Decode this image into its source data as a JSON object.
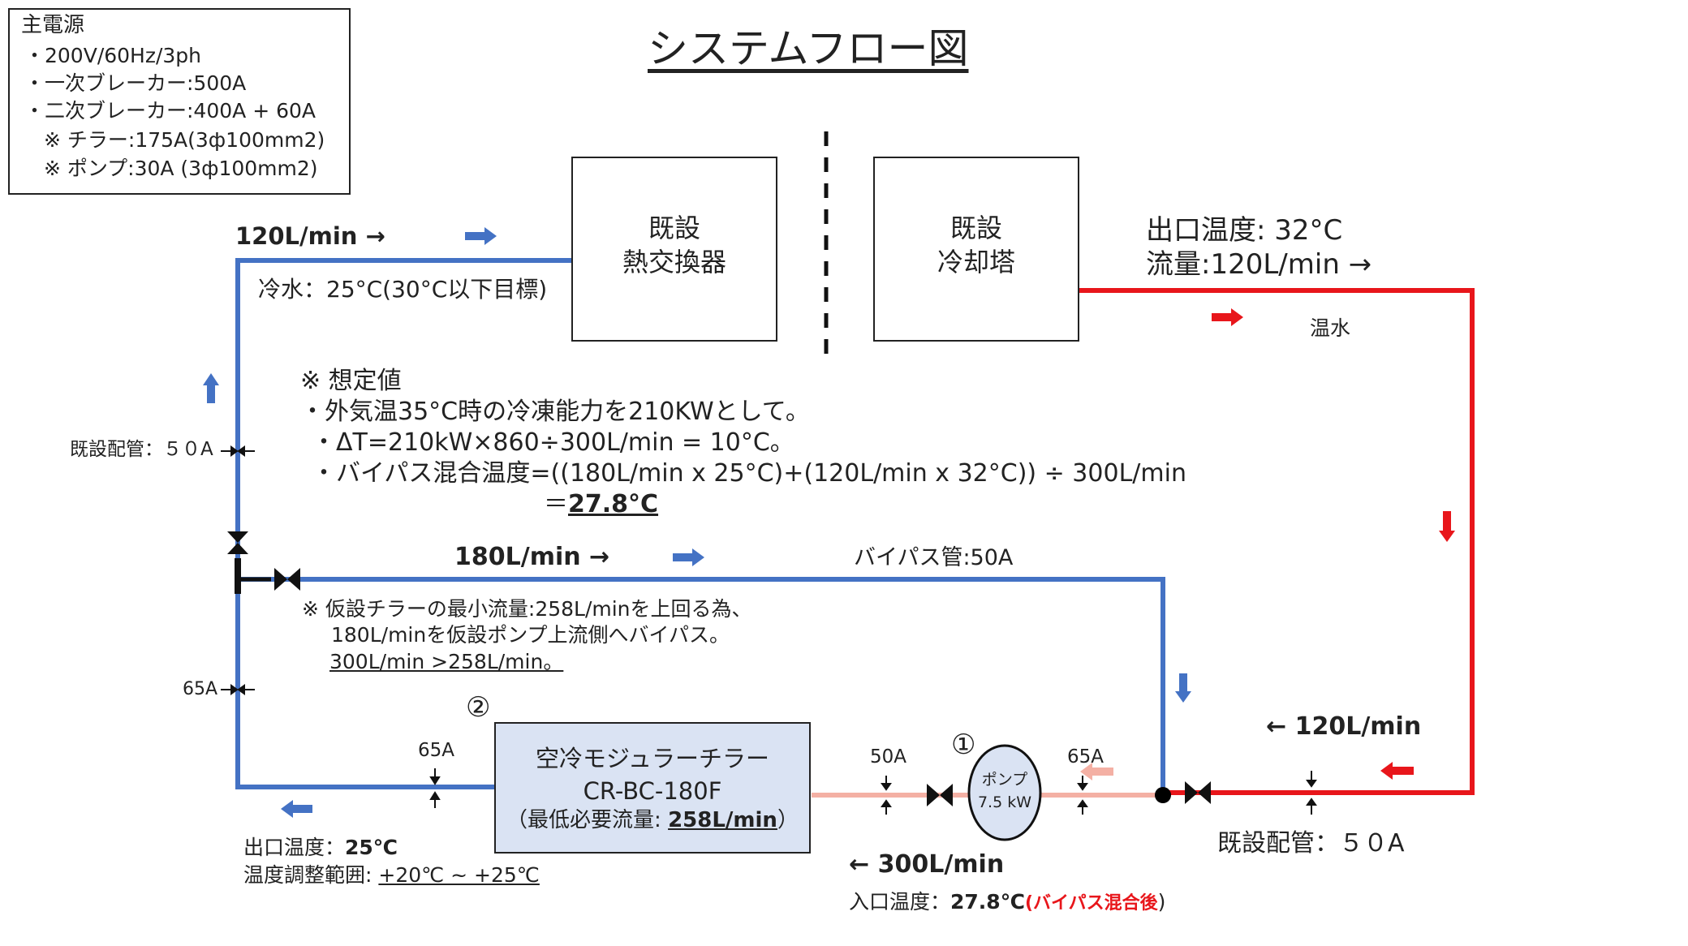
{
  "title": "システムフロー図",
  "power": {
    "heading": "主電源",
    "lines": [
      "・200V/60Hz/3ph",
      "・一次ブレーカー:500A",
      "・二次ブレーカー:400A + 60A",
      "※ チラー:175A(3ф100mm2)",
      "※ ポンプ:30A (3ф100mm2)"
    ]
  },
  "heat_exchanger": {
    "line1": "既設",
    "line2": "熱交換器"
  },
  "cooling_tower": {
    "line1": "既設",
    "line2": "冷却塔"
  },
  "flow_top_left": "120L/min →",
  "cold_water": "冷水：25°C(30°C以下目標)",
  "tower_outlet": {
    "temp": "出口温度: 32°C",
    "flow": "流量:120L/min →"
  },
  "warm_water": "温水",
  "existing_pipe_left": "既設配管：５０A",
  "existing_pipe_right": "既設配管：５０A",
  "assumptions": {
    "heading": "※ 想定値",
    "line1": "・外気温35°C時の冷凍能力を210KWとして。",
    "line2": "・ΔT=210kW×860÷300L/min = 10°C。",
    "line3": "・バイパス混合温度=((180L/min x 25°C)+(120L/min x 32°C)) ÷ 300L/min",
    "result_prefix": "＝",
    "result_value": "27.8°C"
  },
  "bypass": {
    "flow": "180L/min →",
    "pipe_label": "バイパス管:50A",
    "note1": "※ 仮設チラーの最小流量:258L/minを上回る為、",
    "note2": "180L/minを仮設ポンプ上流側へバイパス。",
    "note3": "300L/min >258L/min。"
  },
  "size_65a_left": "65A",
  "size_65a_chiller": "65A",
  "size_50a_pump_in": "50A",
  "size_65a_pump_out": "65A",
  "num_chiller": "②",
  "num_pump": "①",
  "chiller": {
    "line1": "空冷モジュラーチラー",
    "line2": "CR-BC-180F",
    "line3_prefix": "（最低必要流量: ",
    "line3_value": "258L/min",
    "line3_suffix": "）"
  },
  "pump": {
    "line1": "ポンプ",
    "line2": "7.5 kW"
  },
  "flow_right_return": "← 120L/min",
  "flow_pump": "← 300L/min",
  "inlet": {
    "prefix": "入口温度：",
    "value": "27.8℃",
    "note": "(バイパス混合後",
    "close": ")"
  },
  "outlet": {
    "prefix": "出口温度：",
    "value": "25℃",
    "range_prefix": "温度調整範囲: ",
    "range_value": "+20℃ ~ +25℃"
  },
  "colors": {
    "blue_pipe": "#4472c4",
    "red_pipe": "#e8161b",
    "pink_pipe": "#f4b0a4",
    "chiller_fill": "#dae3f3",
    "red_note": "#e8161b"
  }
}
